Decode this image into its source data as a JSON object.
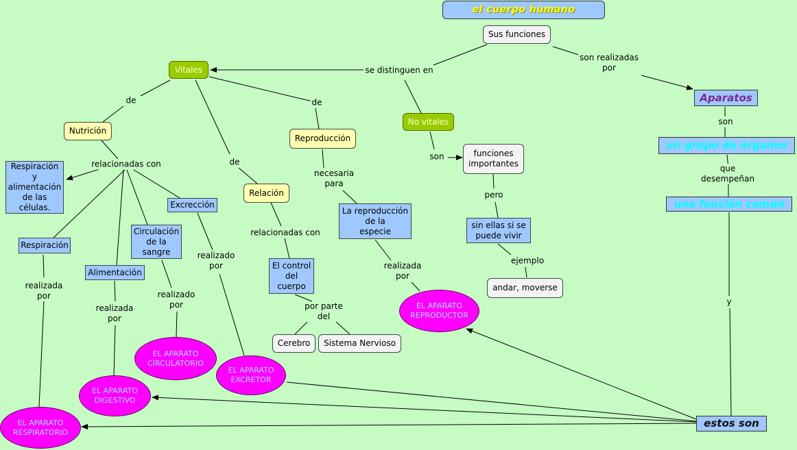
{
  "nodes": {
    "title": "el cuerpo humano",
    "sus_funciones": "Sus funciones",
    "vitales": "Vitales",
    "no_vitales": "No vitales",
    "aparatos": "Aparatos",
    "grupo_organos": "un grupo de órganos",
    "funcion_comun": "una función común",
    "estos_son": "estos son",
    "nutricion": "Nutrición",
    "reproduccion": "Reproducción",
    "relacion": "Relación",
    "funciones_importantes": "funciones\nimportantes",
    "resp_celulas": "Respiración\ny\nalimentación\nde las\ncélulas.",
    "excrecion": "Excrección",
    "respiracion": "Respiración",
    "circulacion": "Circulación\nde la\nsangre",
    "alimentacion": "Alimentación",
    "reproduccion_especie": "La reproducción\nde la\nespecie",
    "control_cuerpo": "El control\ndel\ncuerpo",
    "cerebro": "Cerebro",
    "sistema_nervioso": "Sistema Nervioso",
    "sin_ellas": "sin ellas si se\npuede vivir",
    "andar": "andar, moverse",
    "ap_reproductor": "EL APARATO\nREPRODUCTOR",
    "ap_circulatorio": "EL APARATO\nCIRCULATORIO",
    "ap_excretor": "EL APARATO\nEXCRETOR",
    "ap_digestivo": "EL APARATO\nDIGESTIVO",
    "ap_respiratorio": "EL APARATO\nRESPIRATORIO"
  },
  "labels": {
    "se_distinguen": "se distinguen en",
    "son_realizadas": "son realizadas\npor",
    "de_nutricion": "de",
    "de_reproduccion": "de",
    "de_relacion": "de",
    "son_no_vitales": "son",
    "son_aparatos": "son",
    "relacionadas_nut": "relacionadas con",
    "necesaria_para": "necesaria\npara",
    "relacionadas_rel": "relacionadas con",
    "pero": "pero",
    "que_desempenan": "que desempeñan",
    "ejemplo": "ejemplo",
    "realizada_repro": "realizada\npor",
    "realizado_exc": "realizado\npor",
    "realizada_resp": "realizada\npor",
    "realizado_circ": "realizado\npor",
    "realizada_alim": "realizada\npor",
    "por_parte_del": "por parte\ndel",
    "y": "y"
  },
  "colors": {
    "background": "#c6fcc4",
    "green_node": "#99cc00",
    "blue_node": "#9fc8ff",
    "yellow_node": "#ffffb0",
    "magenta_node": "#ff00ff",
    "title_text": "#ffff00",
    "accent_cyan": "#00ffff"
  }
}
